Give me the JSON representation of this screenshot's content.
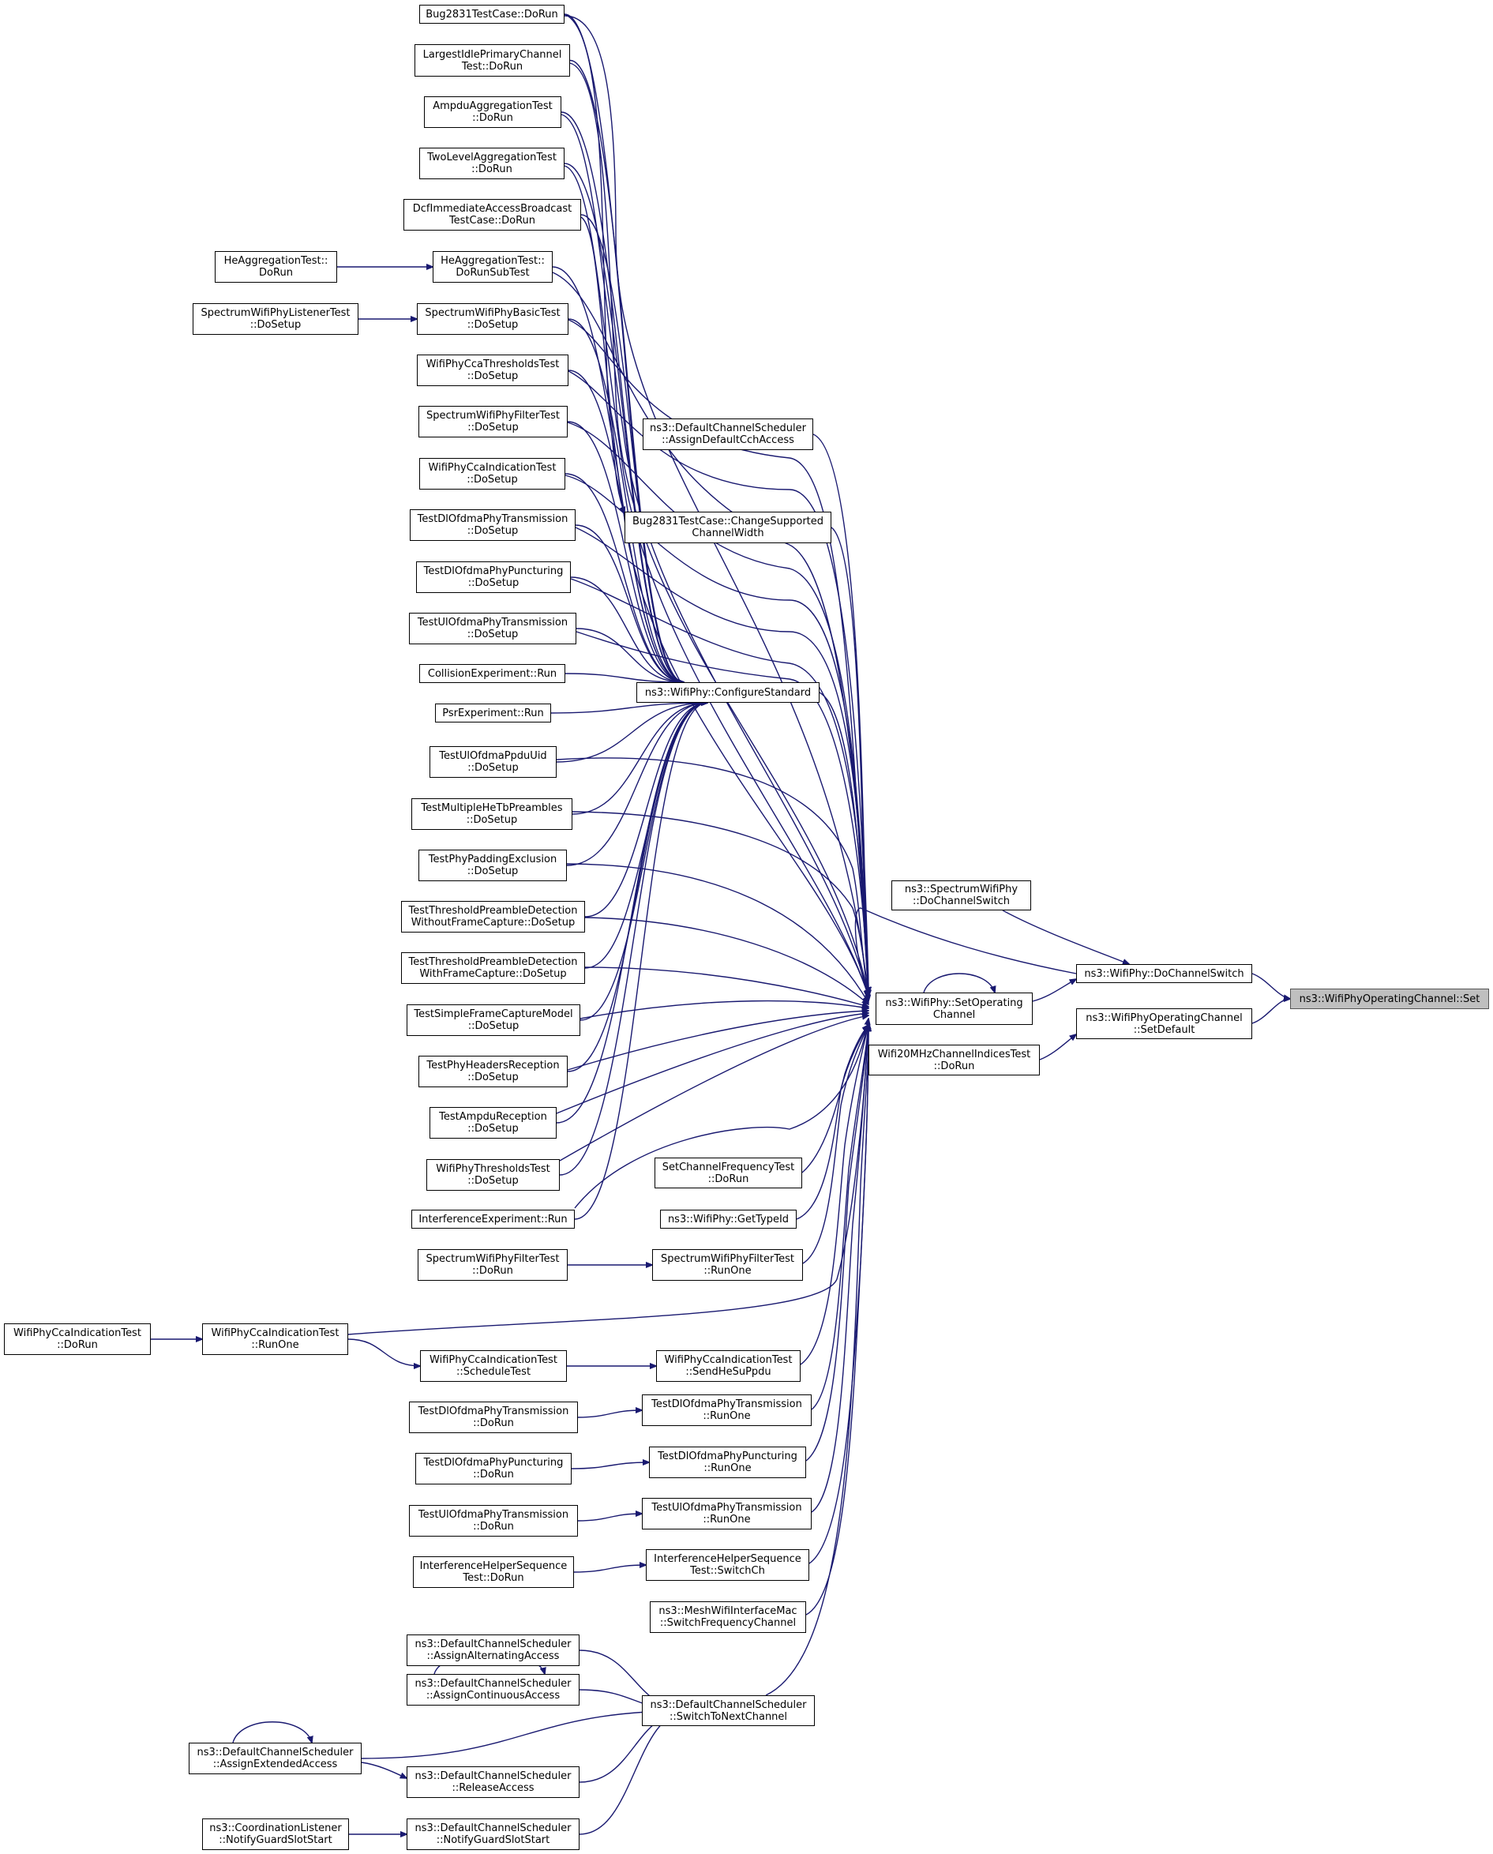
{
  "colors": {
    "edge": "#191970",
    "node_border": "#000000",
    "target_fill": "#bfbfbf"
  },
  "target": "ns3::WifiPhyOperatingChannel::Set",
  "nodes": [
    {
      "id": "set",
      "label": "ns3::WifiPhyOperatingChannel::Set",
      "target": true
    },
    {
      "id": "docs",
      "label": "ns3::WifiPhy::DoChannelSwitch"
    },
    {
      "id": "setdef",
      "label": "ns3::WifiPhyOperatingChannel\n::SetDefault"
    },
    {
      "id": "swdcs",
      "label": "ns3::SpectrumWifiPhy\n::DoChannelSwitch"
    },
    {
      "id": "setop",
      "label": "ns3::WifiPhy::SetOperating\nChannel"
    },
    {
      "id": "wifi20",
      "label": "Wifi20MHzChannelIndicesTest\n::DoRun"
    },
    {
      "id": "cfg",
      "label": "ns3::WifiPhy::ConfigureStandard"
    },
    {
      "id": "dcsassigndef",
      "label": "ns3::DefaultChannelScheduler\n::AssignDefaultCchAccess"
    },
    {
      "id": "bugchg",
      "label": "Bug2831TestCase::ChangeSupported\nChannelWidth"
    },
    {
      "id": "setchfreq",
      "label": "SetChannelFrequencyTest\n::DoRun"
    },
    {
      "id": "gettypeid",
      "label": "ns3::WifiPhy::GetTypeId"
    },
    {
      "id": "swpfrun1",
      "label": "SpectrumWifiPhyFilterTest\n::RunOne"
    },
    {
      "id": "ccasend",
      "label": "WifiPhyCcaIndicationTest\n::SendHeSuPpdu"
    },
    {
      "id": "dltxrun1",
      "label": "TestDlOfdmaPhyTransmission\n::RunOne"
    },
    {
      "id": "dlpuncrun1",
      "label": "TestDlOfdmaPhyPuncturing\n::RunOne"
    },
    {
      "id": "ultxrun1",
      "label": "TestUlOfdmaPhyTransmission\n::RunOne"
    },
    {
      "id": "ihsswitch",
      "label": "InterferenceHelperSequence\nTest::SwitchCh"
    },
    {
      "id": "meshswitch",
      "label": "ns3::MeshWifiInterfaceMac\n::SwitchFrequencyChannel"
    },
    {
      "id": "dcsswitch",
      "label": "ns3::DefaultChannelScheduler\n::SwitchToNextChannel"
    },
    {
      "id": "bugrun",
      "label": "Bug2831TestCase::DoRun"
    },
    {
      "id": "largest",
      "label": "LargestIdlePrimaryChannel\nTest::DoRun"
    },
    {
      "id": "ampdu",
      "label": "AmpduAggregationTest\n::DoRun"
    },
    {
      "id": "twolevel",
      "label": "TwoLevelAggregationTest\n::DoRun"
    },
    {
      "id": "dcfimm",
      "label": "DcfImmediateAccessBroadcast\nTestCase::DoRun"
    },
    {
      "id": "heaggsub",
      "label": "HeAggregationTest::\nDoRunSubTest"
    },
    {
      "id": "heaggrun",
      "label": "HeAggregationTest::\nDoRun"
    },
    {
      "id": "swpbasic",
      "label": "SpectrumWifiPhyBasicTest\n::DoSetup"
    },
    {
      "id": "swplistener",
      "label": "SpectrumWifiPhyListenerTest\n::DoSetup"
    },
    {
      "id": "ccathr",
      "label": "WifiPhyCcaThresholdsTest\n::DoSetup"
    },
    {
      "id": "swpfsetup",
      "label": "SpectrumWifiPhyFilterTest\n::DoSetup"
    },
    {
      "id": "ccaindsetup",
      "label": "WifiPhyCcaIndicationTest\n::DoSetup"
    },
    {
      "id": "dltxsetup",
      "label": "TestDlOfdmaPhyTransmission\n::DoSetup"
    },
    {
      "id": "dlpuncsetup",
      "label": "TestDlOfdmaPhyPuncturing\n::DoSetup"
    },
    {
      "id": "ultxsetup",
      "label": "TestUlOfdmaPhyTransmission\n::DoSetup"
    },
    {
      "id": "collision",
      "label": "CollisionExperiment::Run"
    },
    {
      "id": "psr",
      "label": "PsrExperiment::Run"
    },
    {
      "id": "ulppdu",
      "label": "TestUlOfdmaPpduUid\n::DoSetup"
    },
    {
      "id": "multihe",
      "label": "TestMultipleHeTbPreambles\n::DoSetup"
    },
    {
      "id": "padding",
      "label": "TestPhyPaddingExclusion\n::DoSetup"
    },
    {
      "id": "thrwo",
      "label": "TestThresholdPreambleDetection\nWithoutFrameCapture::DoSetup"
    },
    {
      "id": "thrw",
      "label": "TestThresholdPreambleDetection\nWithFrameCapture::DoSetup"
    },
    {
      "id": "simplefc",
      "label": "TestSimpleFrameCaptureModel\n::DoSetup"
    },
    {
      "id": "headers",
      "label": "TestPhyHeadersReception\n::DoSetup"
    },
    {
      "id": "ampdurecv",
      "label": "TestAmpduReception\n::DoSetup"
    },
    {
      "id": "phythr",
      "label": "WifiPhyThresholdsTest\n::DoSetup"
    },
    {
      "id": "interf",
      "label": "InterferenceExperiment::Run"
    },
    {
      "id": "swpfdorun",
      "label": "SpectrumWifiPhyFilterTest\n::DoRun"
    },
    {
      "id": "ccarun1",
      "label": "WifiPhyCcaIndicationTest\n::RunOne"
    },
    {
      "id": "ccadorun",
      "label": "WifiPhyCcaIndicationTest\n::DoRun"
    },
    {
      "id": "ccasched",
      "label": "WifiPhyCcaIndicationTest\n::ScheduleTest"
    },
    {
      "id": "dltxdorun",
      "label": "TestDlOfdmaPhyTransmission\n::DoRun"
    },
    {
      "id": "dlpuncdorun",
      "label": "TestDlOfdmaPhyPuncturing\n::DoRun"
    },
    {
      "id": "ultxdorun",
      "label": "TestUlOfdmaPhyTransmission\n::DoRun"
    },
    {
      "id": "ihsdorun",
      "label": "InterferenceHelperSequence\nTest::DoRun"
    },
    {
      "id": "dcsalt",
      "label": "ns3::DefaultChannelScheduler\n::AssignAlternatingAccess"
    },
    {
      "id": "dcscont",
      "label": "ns3::DefaultChannelScheduler\n::AssignContinuousAccess"
    },
    {
      "id": "dcsext",
      "label": "ns3::DefaultChannelScheduler\n::AssignExtendedAccess"
    },
    {
      "id": "dcsrel",
      "label": "ns3::DefaultChannelScheduler\n::ReleaseAccess"
    },
    {
      "id": "dcsguard",
      "label": "ns3::DefaultChannelScheduler\n::NotifyGuardSlotStart"
    },
    {
      "id": "coordguard",
      "label": "ns3::CoordinationListener\n::NotifyGuardSlotStart"
    }
  ],
  "edges": [
    [
      "docs",
      "set"
    ],
    [
      "setdef",
      "set"
    ],
    [
      "swdcs",
      "docs"
    ],
    [
      "setop",
      "docs"
    ],
    [
      "wifi20",
      "setdef"
    ],
    [
      "cfg",
      "setop"
    ],
    [
      "setop",
      "setop"
    ],
    [
      "dcsassigndef",
      "setop"
    ],
    [
      "bugchg",
      "setop"
    ],
    [
      "setchfreq",
      "setop"
    ],
    [
      "gettypeid",
      "setop"
    ],
    [
      "swpfrun1",
      "setop"
    ],
    [
      "ccasend",
      "setop"
    ],
    [
      "dltxrun1",
      "setop"
    ],
    [
      "dlpuncrun1",
      "setop"
    ],
    [
      "ultxrun1",
      "setop"
    ],
    [
      "ihsswitch",
      "setop"
    ],
    [
      "meshswitch",
      "setop"
    ],
    [
      "dcsswitch",
      "setop"
    ],
    [
      "ccarun1",
      "setop"
    ],
    [
      "bugrun",
      "setop"
    ],
    [
      "largest",
      "setop"
    ],
    [
      "ampdu",
      "setop"
    ],
    [
      "twolevel",
      "setop"
    ],
    [
      "dcfimm",
      "setop"
    ],
    [
      "heaggsub",
      "setop"
    ],
    [
      "swpbasic",
      "setop"
    ],
    [
      "ccathr",
      "setop"
    ],
    [
      "swpfsetup",
      "setop"
    ],
    [
      "ccaindsetup",
      "setop"
    ],
    [
      "dltxsetup",
      "setop"
    ],
    [
      "dlpuncsetup",
      "setop"
    ],
    [
      "ultxsetup",
      "setop"
    ],
    [
      "ulppdu",
      "setop"
    ],
    [
      "multihe",
      "setop"
    ],
    [
      "padding",
      "setop"
    ],
    [
      "thrwo",
      "setop"
    ],
    [
      "thrw",
      "setop"
    ],
    [
      "simplefc",
      "setop"
    ],
    [
      "headers",
      "setop"
    ],
    [
      "ampdurecv",
      "setop"
    ],
    [
      "phythr",
      "setop"
    ],
    [
      "interf",
      "setop"
    ],
    [
      "docs",
      "setop"
    ],
    [
      "bugrun",
      "cfg"
    ],
    [
      "largest",
      "cfg"
    ],
    [
      "ampdu",
      "cfg"
    ],
    [
      "twolevel",
      "cfg"
    ],
    [
      "dcfimm",
      "cfg"
    ],
    [
      "heaggsub",
      "cfg"
    ],
    [
      "swpbasic",
      "cfg"
    ],
    [
      "ccathr",
      "cfg"
    ],
    [
      "swpfsetup",
      "cfg"
    ],
    [
      "ccaindsetup",
      "cfg"
    ],
    [
      "dltxsetup",
      "cfg"
    ],
    [
      "dlpuncsetup",
      "cfg"
    ],
    [
      "ultxsetup",
      "cfg"
    ],
    [
      "collision",
      "cfg"
    ],
    [
      "psr",
      "cfg"
    ],
    [
      "ulppdu",
      "cfg"
    ],
    [
      "multihe",
      "cfg"
    ],
    [
      "padding",
      "cfg"
    ],
    [
      "thrwo",
      "cfg"
    ],
    [
      "thrw",
      "cfg"
    ],
    [
      "simplefc",
      "cfg"
    ],
    [
      "headers",
      "cfg"
    ],
    [
      "ampdurecv",
      "cfg"
    ],
    [
      "phythr",
      "cfg"
    ],
    [
      "interf",
      "cfg"
    ],
    [
      "bugrun",
      "bugchg"
    ],
    [
      "heaggrun",
      "heaggsub"
    ],
    [
      "swplistener",
      "swpbasic"
    ],
    [
      "swpfdorun",
      "swpfrun1"
    ],
    [
      "ccadorun",
      "ccarun1"
    ],
    [
      "ccarun1",
      "ccasched"
    ],
    [
      "ccasched",
      "ccasend"
    ],
    [
      "dltxdorun",
      "dltxrun1"
    ],
    [
      "dlpuncdorun",
      "dlpuncrun1"
    ],
    [
      "ultxdorun",
      "ultxrun1"
    ],
    [
      "ihsdorun",
      "ihsswitch"
    ],
    [
      "dcsalt",
      "dcsswitch"
    ],
    [
      "dcscont",
      "dcsswitch"
    ],
    [
      "dcsext",
      "dcsswitch"
    ],
    [
      "dcsrel",
      "dcsswitch"
    ],
    [
      "dcsguard",
      "dcsswitch"
    ],
    [
      "dcscont",
      "dcscont"
    ],
    [
      "dcsext",
      "dcsext"
    ],
    [
      "dcsext",
      "dcsrel"
    ],
    [
      "coordguard",
      "dcsguard"
    ]
  ]
}
